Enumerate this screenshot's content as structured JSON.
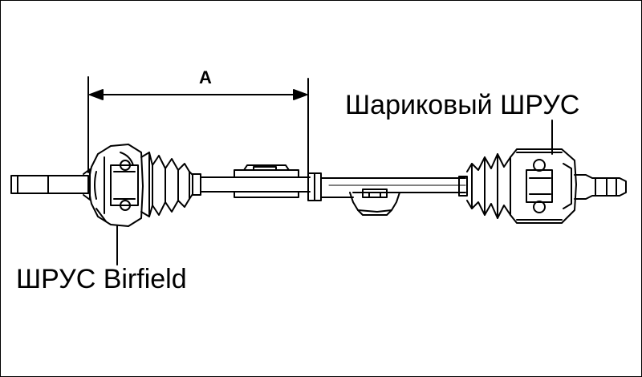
{
  "labels": {
    "dimension": "A",
    "ball_joint": "Шариковый ШРУС",
    "birfield_joint": "ШРУС Birfield"
  }
}
